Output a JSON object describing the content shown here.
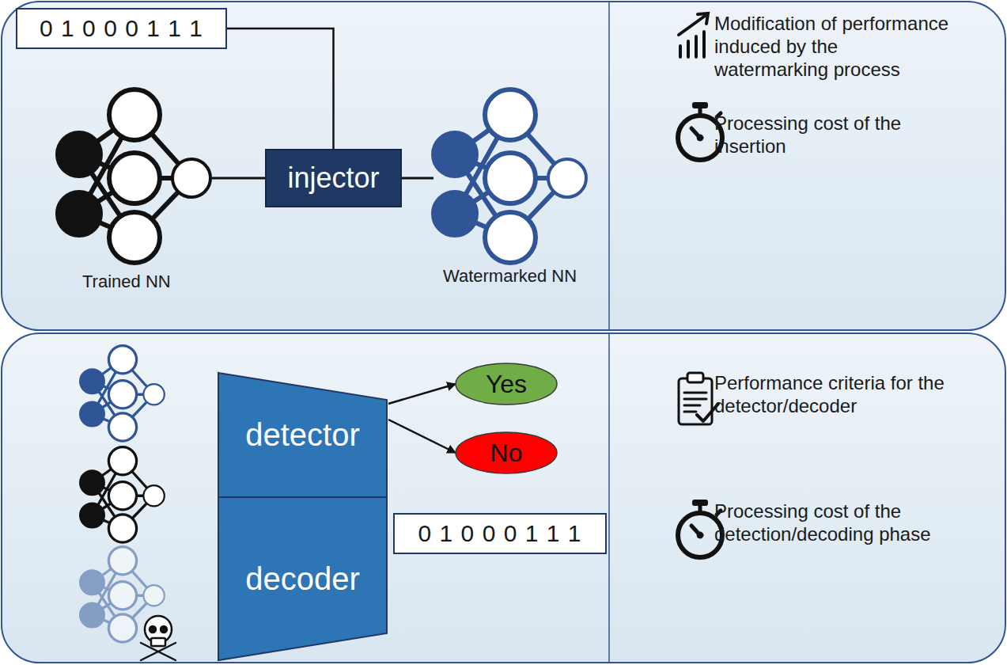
{
  "diagram": {
    "nodes": [
      {
        "text": [
          "0 1 0 0 0 1 1 1"
        ]
      },
      {
        "text": [
          "injector"
        ]
      },
      {
        "text": [
          "detector"
        ]
      },
      {
        "text": [
          "Yes"
        ]
      },
      {
        "text": [
          "No"
        ]
      },
      {
        "text": [
          "decoder"
        ]
      },
      {
        "text": [
          "0 1 0 0 0 1 1 1"
        ]
      }
    ],
    "edges": [
      {
        "from": 0,
        "to": 1,
        "arrow": "none"
      },
      {
        "from": 2,
        "to": 3,
        "arrow": "to"
      },
      {
        "from": 2,
        "to": 4,
        "arrow": "to"
      }
    ],
    "labels": [
      "Trained NN",
      "Watermarked NN",
      "Modification of performance induced by the watermarking process",
      "Processing cost of the insertion",
      "Performance criteria for the detector/decoder",
      "Processing cost of the detection/decoding phase"
    ]
  }
}
